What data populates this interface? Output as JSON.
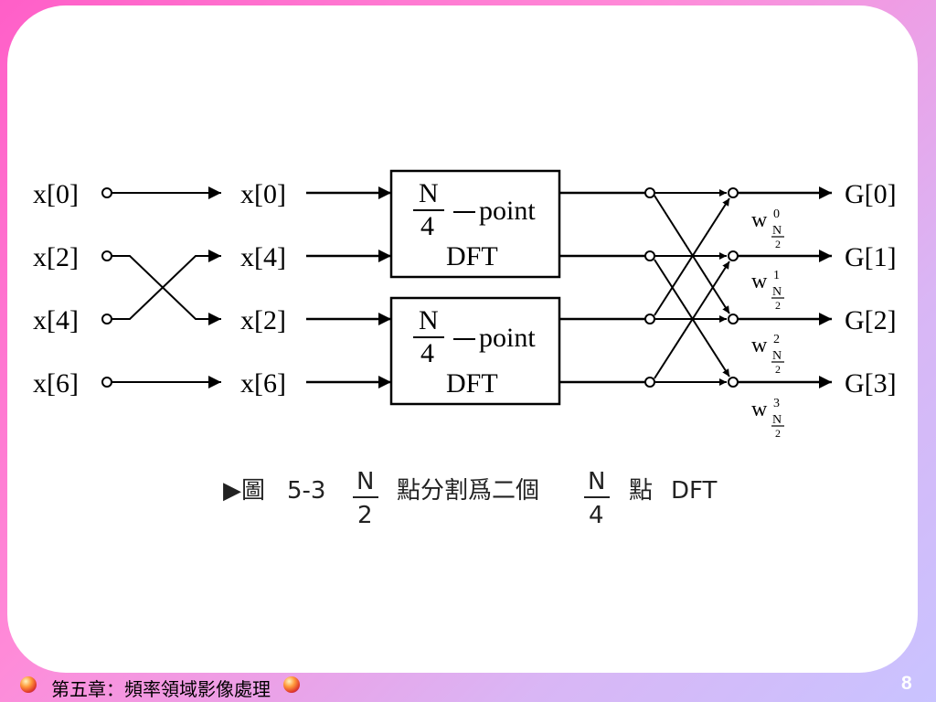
{
  "diagram": {
    "input_labels": [
      "x[0]",
      "x[2]",
      "x[4]",
      "x[6]"
    ],
    "reordered_labels": [
      "x[0]",
      "x[4]",
      "x[2]",
      "x[6]"
    ],
    "output_labels": [
      "G[0]",
      "G[1]",
      "G[2]",
      "G[3]"
    ],
    "dft_blocks": [
      {
        "numerator": "N",
        "denominator": "4",
        "suffix": "point",
        "line2": "DFT"
      },
      {
        "numerator": "N",
        "denominator": "4",
        "suffix": "point",
        "line2": "DFT"
      }
    ],
    "twiddles": [
      {
        "base": "w",
        "sub": "N",
        "sub_den": "2",
        "sup": "0"
      },
      {
        "base": "w",
        "sub": "N",
        "sub_den": "2",
        "sup": "1"
      },
      {
        "base": "w",
        "sub": "N",
        "sub_den": "2",
        "sup": "2"
      },
      {
        "base": "w",
        "sub": "N",
        "sub_den": "2",
        "sup": "3"
      }
    ]
  },
  "caption": {
    "marker": "▶圖",
    "number": "5-3",
    "frac1_num": "N",
    "frac1_den": "2",
    "text1": "點分割爲二個",
    "frac2_num": "N",
    "frac2_den": "4",
    "text2": "點",
    "text3": "DFT"
  },
  "footer": {
    "title": "第五章：頻率領域影像處理",
    "page": "8"
  }
}
